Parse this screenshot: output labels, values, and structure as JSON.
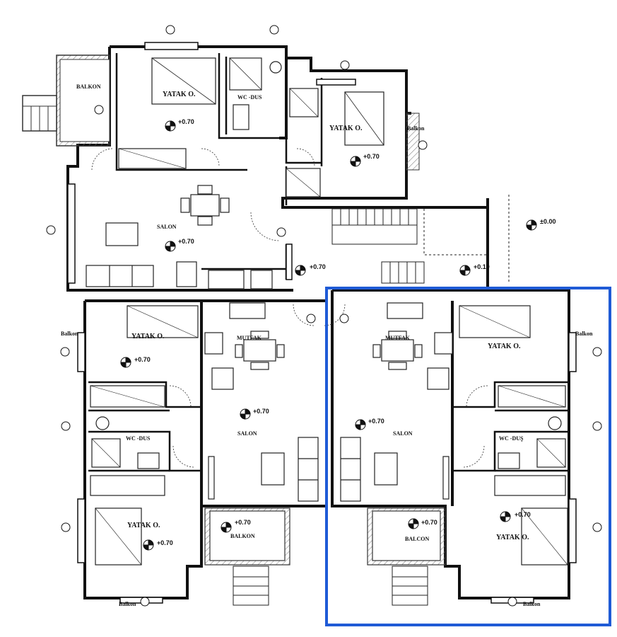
{
  "highlight": {
    "color": "#1f5bd6"
  },
  "levels": {
    "floor": "+0.70",
    "landing": "+0.10",
    "ground": "±0.00"
  },
  "rooms": {
    "yatak": "YATAK O.",
    "wc_dus": "WC -DUS",
    "wc_dus_b": "WC -DUŞ",
    "salon": "SALON",
    "mutfak": "MUTFAK",
    "balkon_upper": "BALKON",
    "balkon": "Balkon",
    "balcon_lower": "BALCON"
  },
  "icons": [
    "level-marker-icon",
    "door-swing-icon",
    "window-tag-icon",
    "stair-icon",
    "furniture-icon"
  ]
}
